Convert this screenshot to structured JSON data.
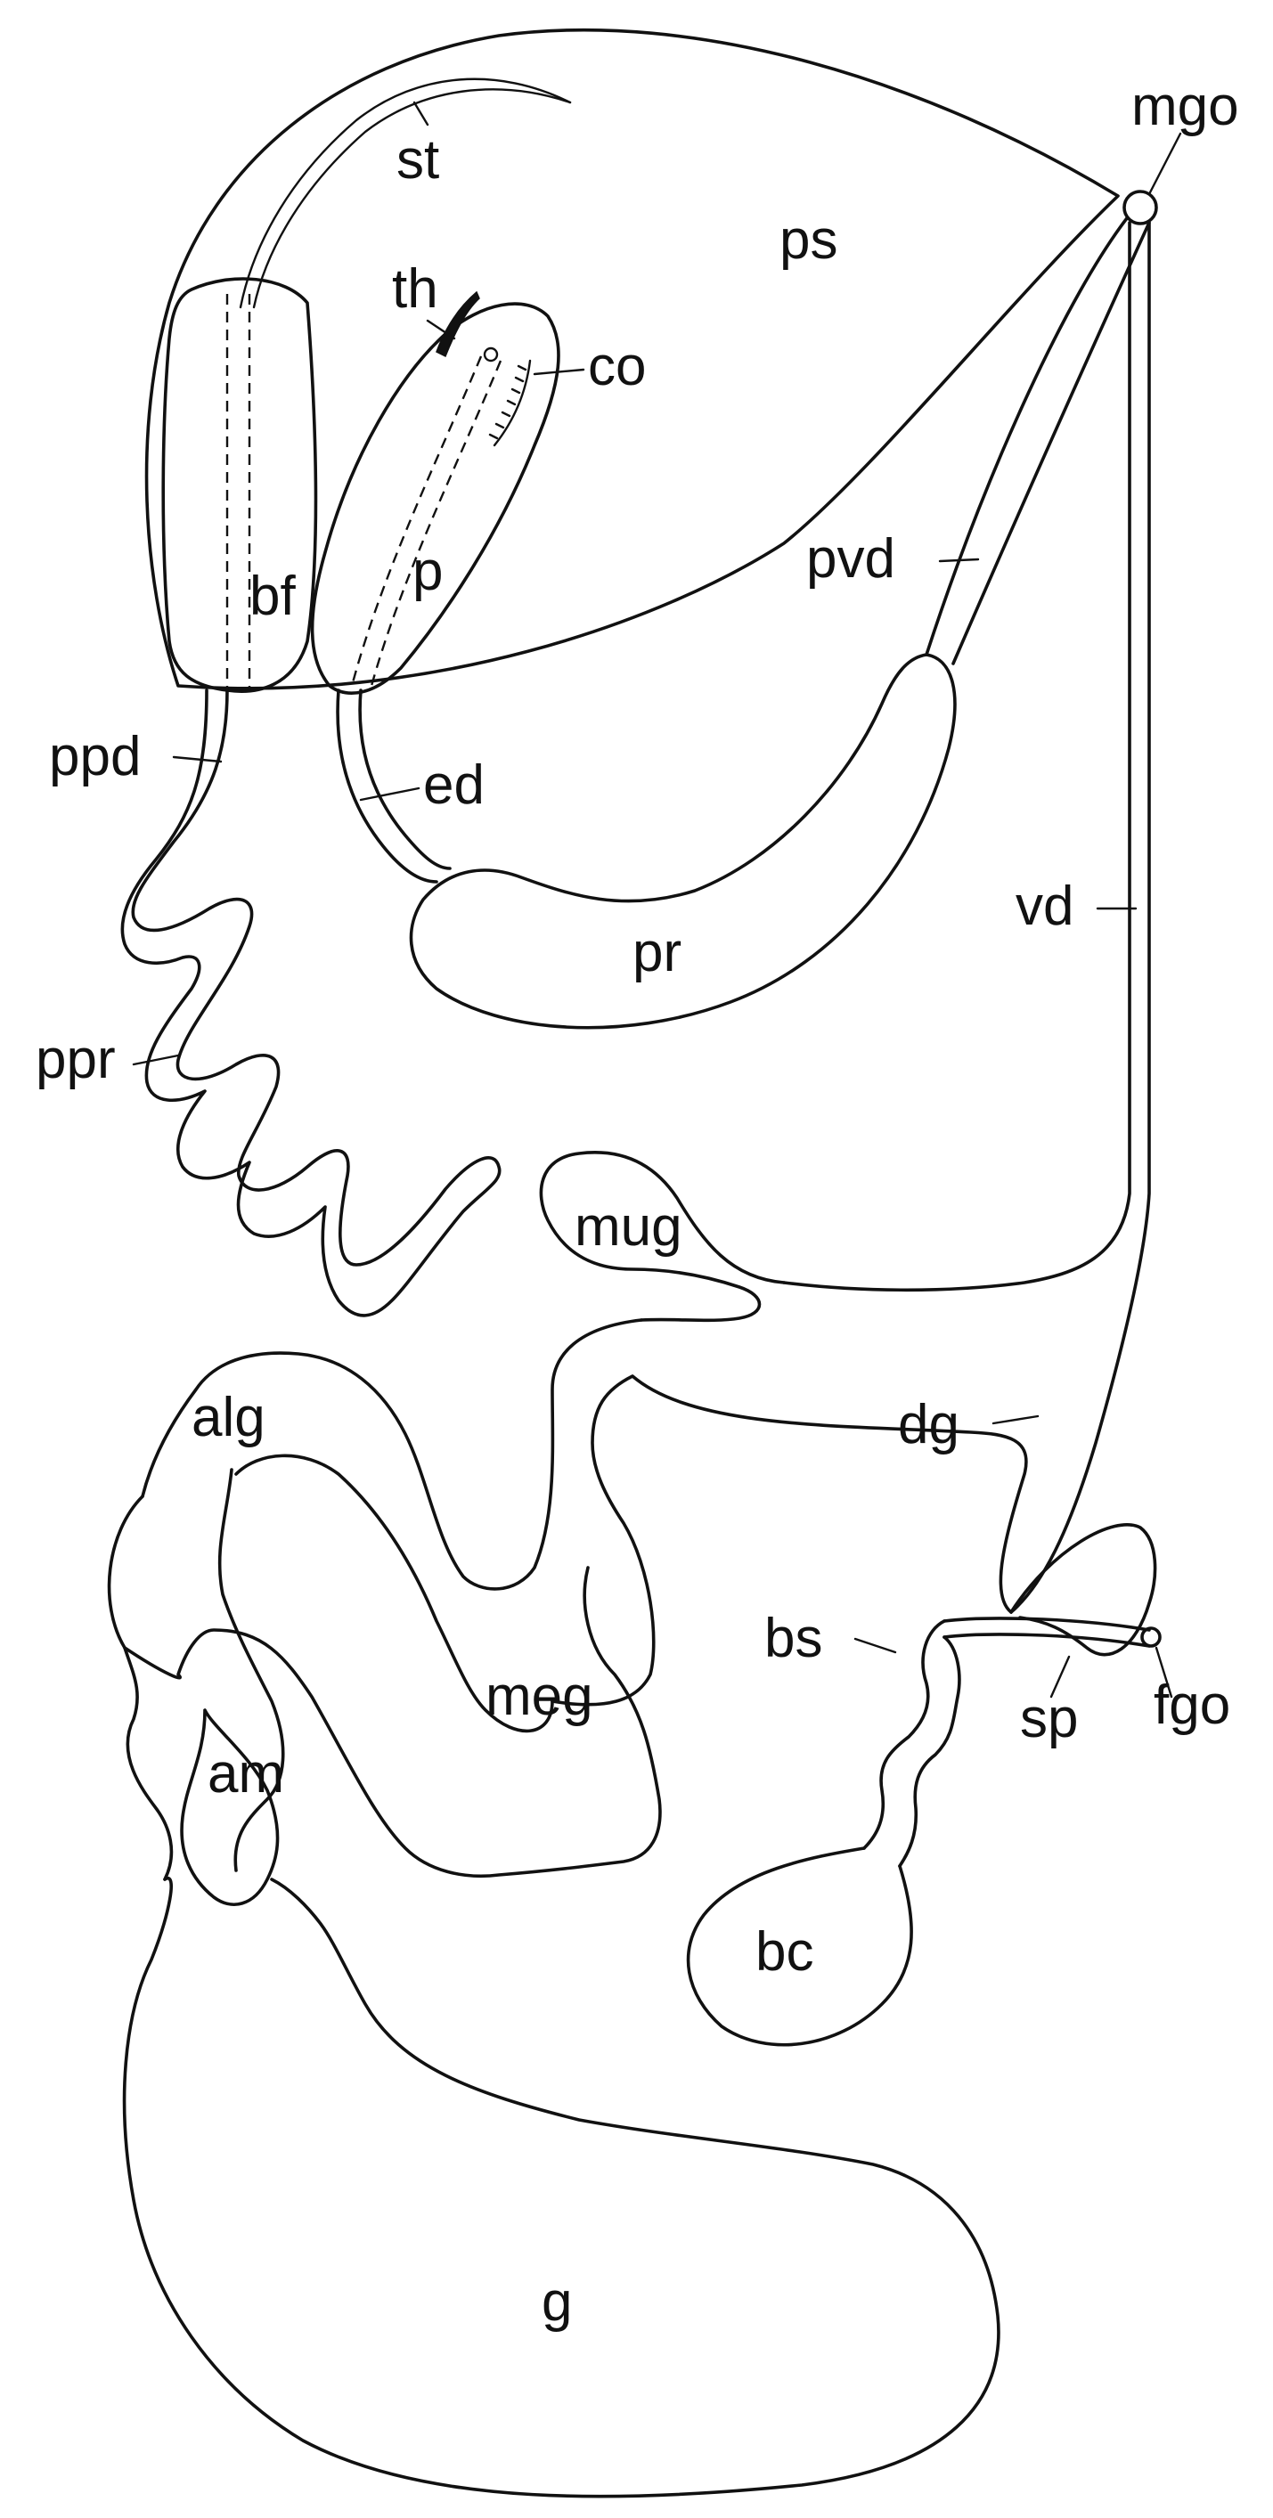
{
  "labels": {
    "st": "st",
    "mgo": "mgo",
    "ps": "ps",
    "th": "th",
    "co": "co",
    "bf": "bf",
    "p": "p",
    "pvd": "pvd",
    "ppd": "ppd",
    "ed": "ed",
    "vd": "vd",
    "pr": "pr",
    "ppr": "ppr",
    "mug": "mug",
    "alg": "alg",
    "dg": "dg",
    "bs": "bs",
    "fgo": "fgo",
    "sp": "sp",
    "meg": "meg",
    "am": "am",
    "bc": "bc",
    "g": "g"
  }
}
